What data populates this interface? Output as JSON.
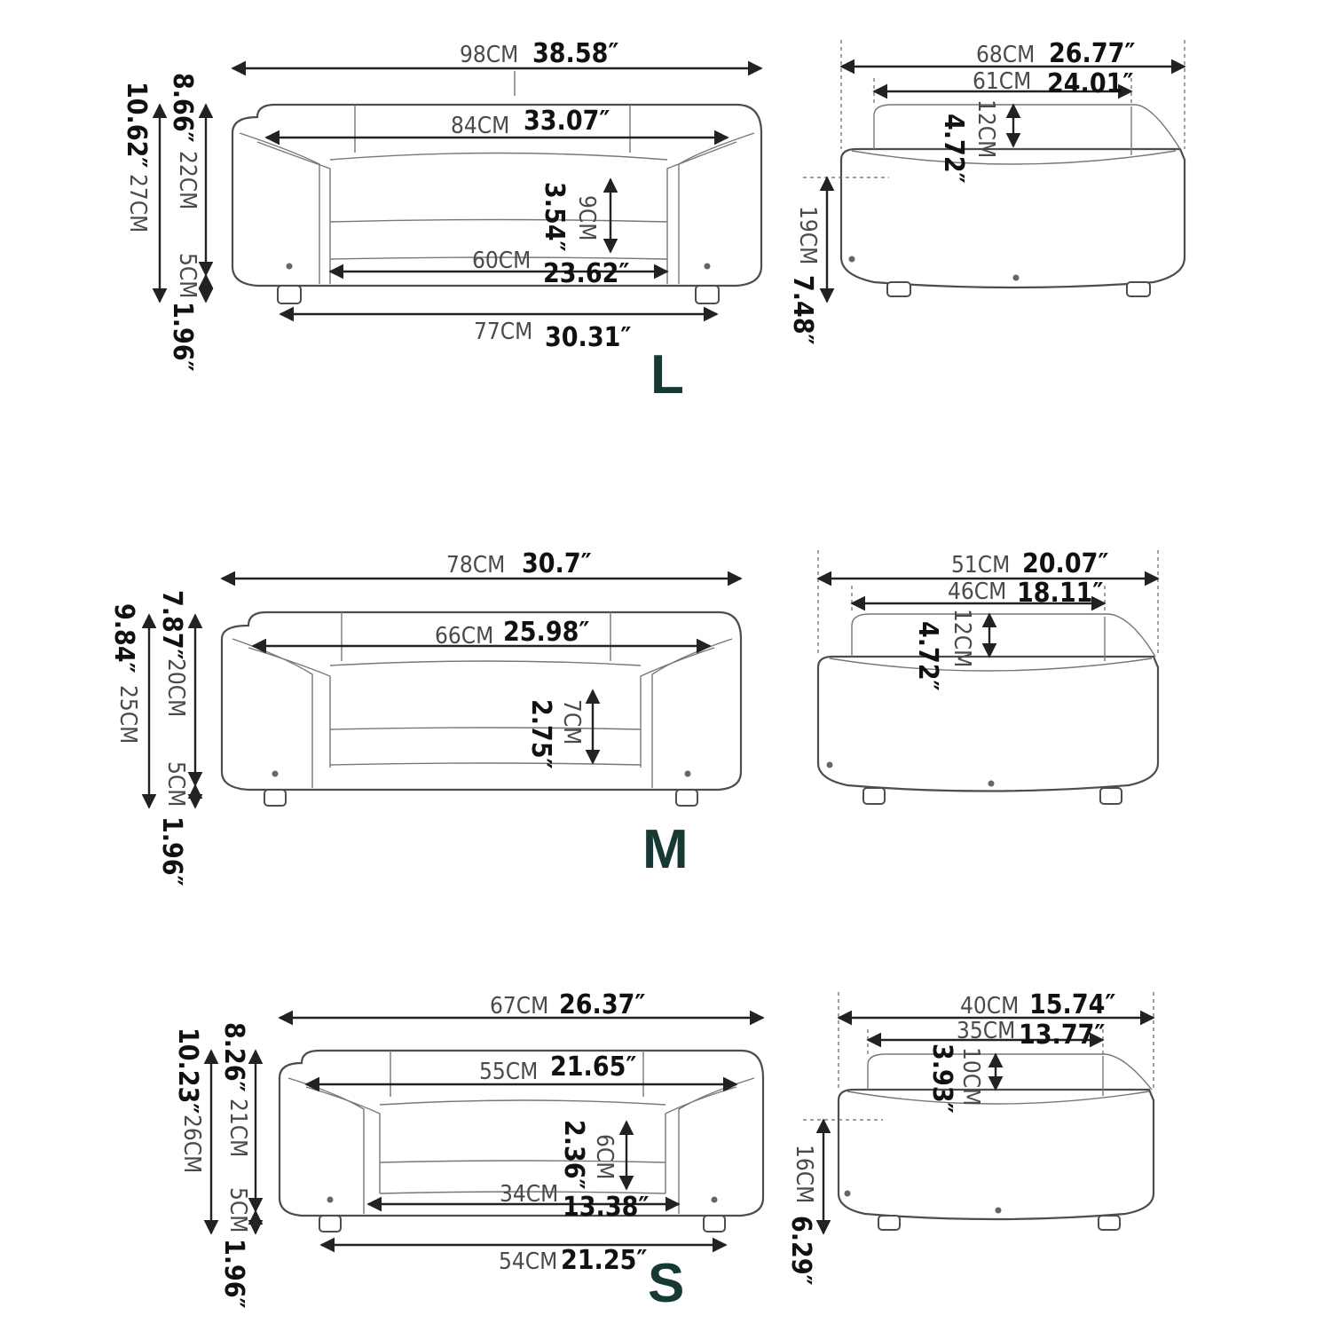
{
  "sizes": {
    "L": {
      "label": "L",
      "front": {
        "width_cm": "98CM",
        "width_in": "38.58″",
        "inner_cm": "84CM",
        "inner_in": "33.07″",
        "cushion_h_cm": "9CM",
        "cushion_h_in": "3.54″",
        "seat_cm": "60CM",
        "seat_in": "23.62″",
        "base_cm": "77CM",
        "base_in": "30.31″",
        "body_h_cm": "22CM",
        "body_h_in": "8.66″",
        "total_h_cm": "27CM",
        "total_h_in": "10.62″",
        "leg_cm": "5CM",
        "leg_in": "1.96″"
      },
      "side": {
        "depth_cm": "68CM",
        "depth_in": "26.77″",
        "inner_depth_cm": "61CM",
        "inner_depth_in": "24.01″",
        "back_h_cm": "12CM",
        "back_h_in": "4.72″",
        "front_h_cm": "19CM",
        "front_h_in": "7.48″"
      }
    },
    "M": {
      "label": "M",
      "front": {
        "width_cm": "78CM",
        "width_in": "30.7″",
        "inner_cm": "66CM",
        "inner_in": "25.98″",
        "cushion_h_cm": "7CM",
        "cushion_h_in": "2.75″",
        "body_h_cm": "20CM",
        "body_h_in": "7.87″",
        "total_h_cm": "25CM",
        "total_h_in": "9.84″",
        "leg_cm": "5CM",
        "leg_in": "1.96″"
      },
      "side": {
        "depth_cm": "51CM",
        "depth_in": "20.07″",
        "inner_depth_cm": "46CM",
        "inner_depth_in": "18.11″",
        "back_h_cm": "12CM",
        "back_h_in": "4.72″"
      }
    },
    "S": {
      "label": "S",
      "front": {
        "width_cm": "67CM",
        "width_in": "26.37″",
        "inner_cm": "55CM",
        "inner_in": "21.65″",
        "cushion_h_cm": "6CM",
        "cushion_h_in": "2.36″",
        "seat_cm": "34CM",
        "seat_in": "13.38″",
        "base_cm": "54CM",
        "base_in": "21.25″",
        "body_h_cm": "21CM",
        "body_h_in": "8.26″",
        "total_h_cm": "26CM",
        "total_h_in": "10.23″",
        "leg_cm": "5CM",
        "leg_in": "1.96″"
      },
      "side": {
        "depth_cm": "40CM",
        "depth_in": "15.74″",
        "inner_depth_cm": "35CM",
        "inner_depth_in": "13.77″",
        "back_h_cm": "10CM",
        "back_h_in": "3.93″",
        "front_h_cm": "16CM",
        "front_h_in": "6.29″"
      }
    }
  }
}
